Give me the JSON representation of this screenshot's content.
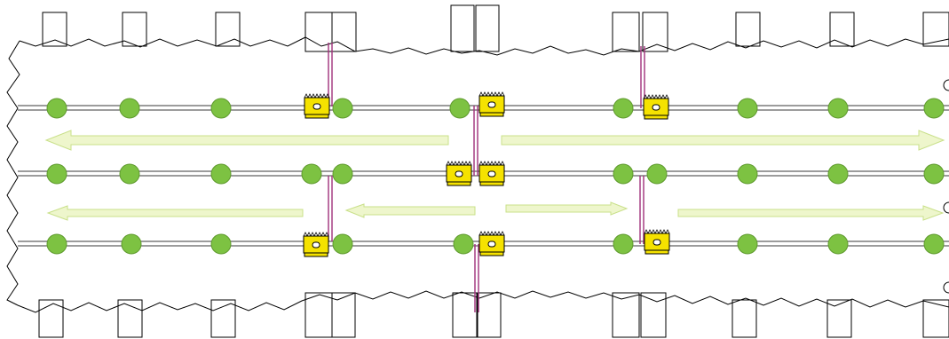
{
  "diagram": {
    "colors": {
      "node": "#7dc242",
      "arrow_fill": "#eef6cc",
      "arrow_stroke": "#c9e08a",
      "device": "#f5e200",
      "connector": "#a0307a",
      "outline": "#000000"
    },
    "node_icon": "green-circle",
    "device_icon": "yellow-gear-box",
    "arrow_directions": [
      "left",
      "right",
      "left",
      "left",
      "right",
      "right"
    ],
    "rows": 3,
    "nodes_per_row": [
      10,
      10,
      10
    ],
    "devices_count": 8
  }
}
